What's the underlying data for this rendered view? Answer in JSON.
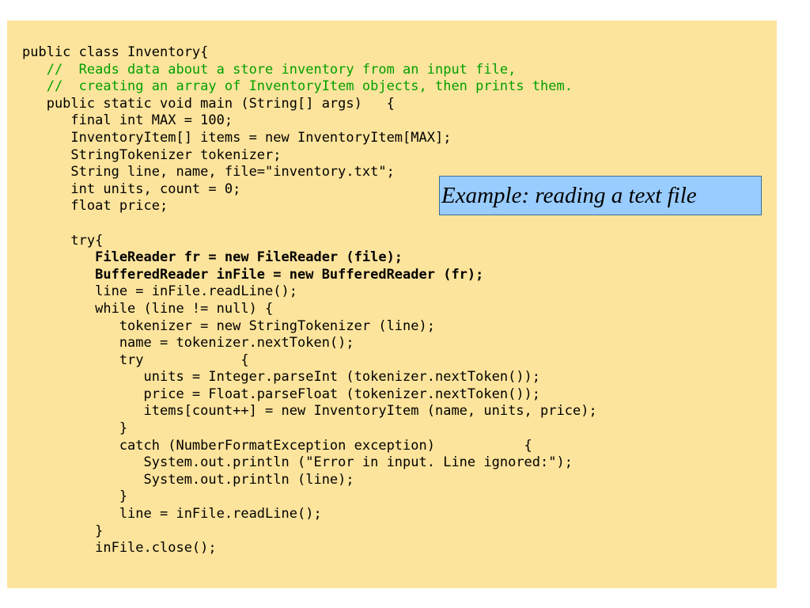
{
  "code_lines": [
    {
      "text": "public class Inventory{",
      "style": "normal"
    },
    {
      "text": "   //  Reads data about a store inventory from an input file,",
      "style": "comment"
    },
    {
      "text": "   //  creating an array of InventoryItem objects, then prints them.",
      "style": "comment"
    },
    {
      "text": "   public static void main (String[] args)   {",
      "style": "normal"
    },
    {
      "text": "      final int MAX = 100;",
      "style": "normal"
    },
    {
      "text": "      InventoryItem[] items = new InventoryItem[MAX];",
      "style": "normal"
    },
    {
      "text": "      StringTokenizer tokenizer;",
      "style": "normal"
    },
    {
      "text": "      String line, name, file=\"inventory.txt\";",
      "style": "normal"
    },
    {
      "text": "      int units, count = 0;",
      "style": "normal"
    },
    {
      "text": "      float price;",
      "style": "normal"
    },
    {
      "text": "",
      "style": "normal"
    },
    {
      "text": "      try{",
      "style": "normal"
    },
    {
      "text": "         FileReader fr = new FileReader (file);",
      "style": "bold"
    },
    {
      "text": "         BufferedReader inFile = new BufferedReader (fr);",
      "style": "bold"
    },
    {
      "text": "         line = inFile.readLine();",
      "style": "normal"
    },
    {
      "text": "         while (line != null) {",
      "style": "normal"
    },
    {
      "text": "            tokenizer = new StringTokenizer (line);",
      "style": "normal"
    },
    {
      "text": "            name = tokenizer.nextToken();",
      "style": "normal"
    },
    {
      "text": "            try            {",
      "style": "normal"
    },
    {
      "text": "               units = Integer.parseInt (tokenizer.nextToken());",
      "style": "normal"
    },
    {
      "text": "               price = Float.parseFloat (tokenizer.nextToken());",
      "style": "normal"
    },
    {
      "text": "               items[count++] = new InventoryItem (name, units, price);",
      "style": "normal"
    },
    {
      "text": "            }",
      "style": "normal"
    },
    {
      "text": "            catch (NumberFormatException exception)           {",
      "style": "normal"
    },
    {
      "text": "               System.out.println (\"Error in input. Line ignored:\");",
      "style": "normal"
    },
    {
      "text": "               System.out.println (line);",
      "style": "normal"
    },
    {
      "text": "            }",
      "style": "normal"
    },
    {
      "text": "            line = inFile.readLine();",
      "style": "normal"
    },
    {
      "text": "         }",
      "style": "normal"
    },
    {
      "text": "         inFile.close();",
      "style": "normal"
    }
  ],
  "callout": {
    "text": "Example: reading a text file"
  },
  "colors": {
    "panel_background": "#fde49c",
    "callout_background": "#99ccff",
    "comment_text": "#00a000",
    "code_text": "#000000"
  }
}
